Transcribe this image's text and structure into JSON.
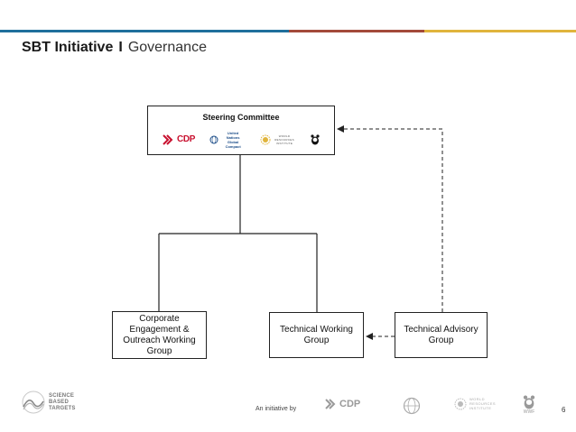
{
  "header": {
    "title_bold": "SBT Initiative",
    "separator": "I",
    "title_rest": "Governance",
    "bar_colors": [
      "#1f77a8",
      "#a34a3a",
      "#e0b43c"
    ]
  },
  "org_chart": {
    "steering_committee": {
      "label": "Steering Committee",
      "logos": [
        {
          "name": "cdp-logo",
          "text": "CDP"
        },
        {
          "name": "ungc-logo",
          "text": "United Nations Global Compact"
        },
        {
          "name": "wri-logo",
          "text": "WORLD RESOURCES INSTITUTE"
        },
        {
          "name": "wwf-logo",
          "text": ""
        }
      ]
    },
    "corporate_group": "Corporate Engagement & Outreach Working Group",
    "technical_working_group": "Technical Working Group",
    "technical_advisory_group": "Technical Advisory Group"
  },
  "footer": {
    "sbt_logo_text": "SCIENCE BASED TARGETS",
    "initiative_label": "An initiative by",
    "partner_cdp": "CDP",
    "partner_wri": "WORLD RESOURCES INSTITUTE",
    "partner_wwf": "WWF",
    "page_number": "6"
  }
}
